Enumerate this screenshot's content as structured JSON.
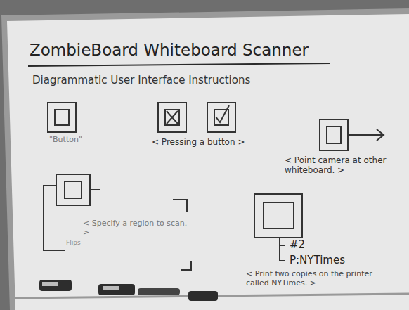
{
  "diagram": {
    "title": "ZombieBoard Whiteboard Scanner",
    "labels": [
      "Diagrammatic User Interface Instructions",
      "\"Button\"",
      "< Pressing a button >",
      "< Point camera at other whiteboard. >",
      "< Specify a region to scan. >",
      "Flips",
      "#2",
      "P:NYTimes",
      "< Print two copies on the printer called NYTimes. >"
    ]
  }
}
